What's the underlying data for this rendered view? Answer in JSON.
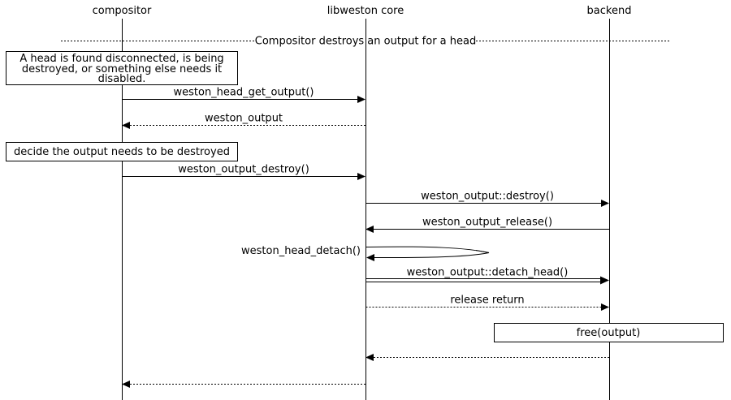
{
  "diagram": {
    "bg_color": "#ffffff",
    "stroke_color": "#000000",
    "actors": [
      {
        "label": "compositor"
      },
      {
        "label": "libweston core"
      },
      {
        "label": "backend"
      }
    ],
    "divider": {
      "label": "Compositor destroys an output for a head"
    },
    "notes": [
      {
        "lines": [
          "A head is found disconnected, is being",
          "destroyed, or something else needs it",
          "disabled."
        ]
      },
      {
        "text": "decide the output needs to be destroyed"
      },
      {
        "text": "free(output)"
      }
    ],
    "messages": [
      {
        "label": "weston_head_get_output()",
        "from": "compositor",
        "to": "libweston core",
        "style": "solid"
      },
      {
        "label": "weston_output",
        "from": "libweston core",
        "to": "compositor",
        "style": "dotted"
      },
      {
        "label": "weston_output_destroy()",
        "from": "compositor",
        "to": "libweston core",
        "style": "solid"
      },
      {
        "label": "weston_output::destroy()",
        "from": "libweston core",
        "to": "backend",
        "style": "solid"
      },
      {
        "label": "weston_output_release()",
        "from": "backend",
        "to": "libweston core",
        "style": "solid"
      },
      {
        "label": "weston_head_detach()",
        "from": "libweston core",
        "to": "libweston core",
        "style": "self"
      },
      {
        "label": "weston_output::detach_head()",
        "from": "libweston core",
        "to": "backend",
        "style": "double"
      },
      {
        "label": "release return",
        "from": "libweston core",
        "to": "backend",
        "style": "dotted"
      },
      {
        "label": "",
        "from": "backend",
        "to": "libweston core",
        "style": "dotted"
      },
      {
        "label": "",
        "from": "libweston core",
        "to": "compositor",
        "style": "dotted"
      }
    ]
  }
}
